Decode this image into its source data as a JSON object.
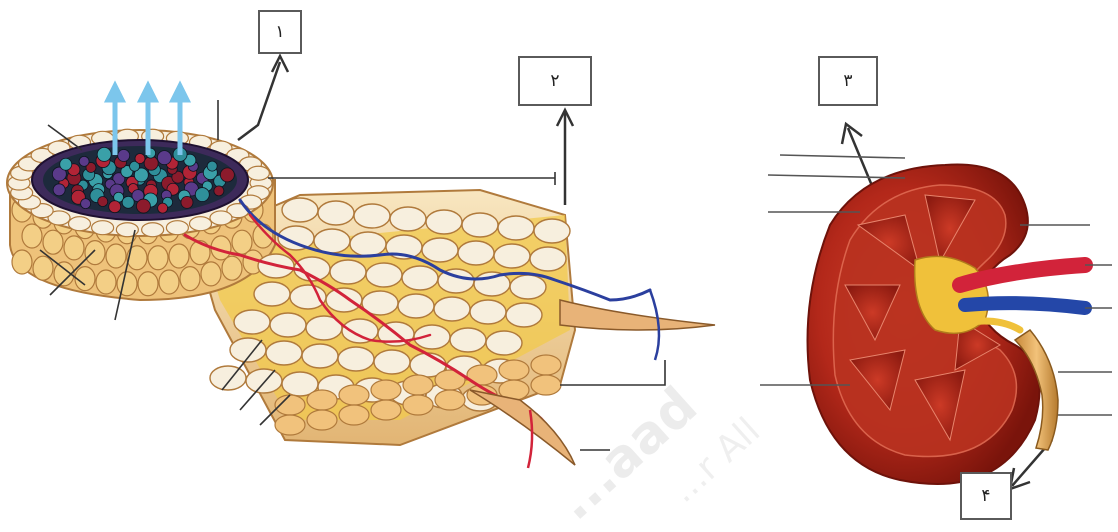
{
  "labels": {
    "label1": "۱",
    "label2": "۲",
    "label3": "۳",
    "label4": "۴"
  },
  "watermark": {
    "main": "...aad",
    "sub": "...r All"
  },
  "colors": {
    "cell_fill": "#f7efde",
    "cell_stroke": "#b07a3c",
    "tissue_yellow": "#f2c94c",
    "kidney_red": "#a51e12",
    "artery": "#d2233a",
    "vein": "#2b3f9e",
    "arrow_blue": "#7cc6ec"
  }
}
